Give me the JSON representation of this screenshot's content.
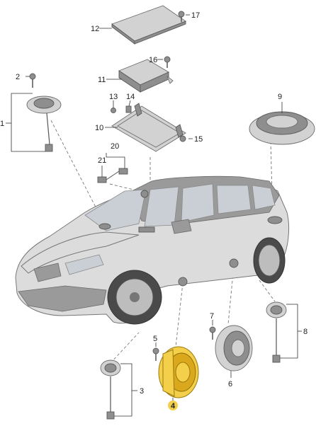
{
  "callouts": {
    "c1": "1",
    "c2": "2",
    "c3": "3",
    "c4": "4",
    "c5": "5",
    "c6": "6",
    "c7": "7",
    "c8": "8",
    "c9": "9",
    "c10": "10",
    "c11": "11",
    "c12": "12",
    "c13": "13",
    "c14": "14",
    "c15": "15",
    "c16": "16",
    "c17": "17",
    "c20": "20",
    "c21": "21"
  },
  "highlight_color": "#f3cf4a",
  "highlighted_part": "4"
}
